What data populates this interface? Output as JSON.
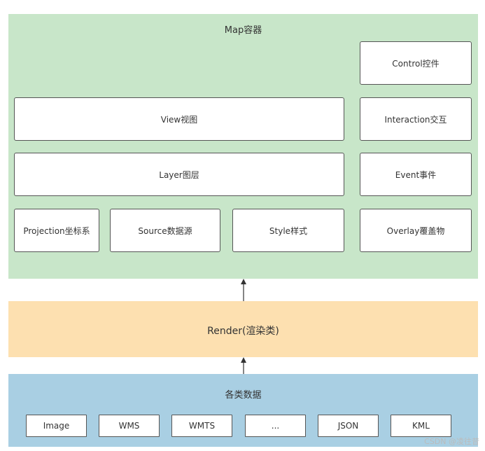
{
  "map_container": {
    "title": "Map容器",
    "view": "View视图",
    "layer": "Layer图层",
    "projection": "Projection坐标系",
    "source": "Source数据源",
    "style": "Style样式",
    "control": "Control控件",
    "interaction": "Interaction交互",
    "event": "Event事件",
    "overlay": "Overlay覆盖物"
  },
  "render": {
    "title": "Render(渲染类)"
  },
  "data_sources": {
    "title": "各类数据",
    "items": [
      "Image",
      "WMS",
      "WMTS",
      "...",
      "JSON",
      "KML"
    ]
  },
  "watermark": "CSDN @凌往昔"
}
